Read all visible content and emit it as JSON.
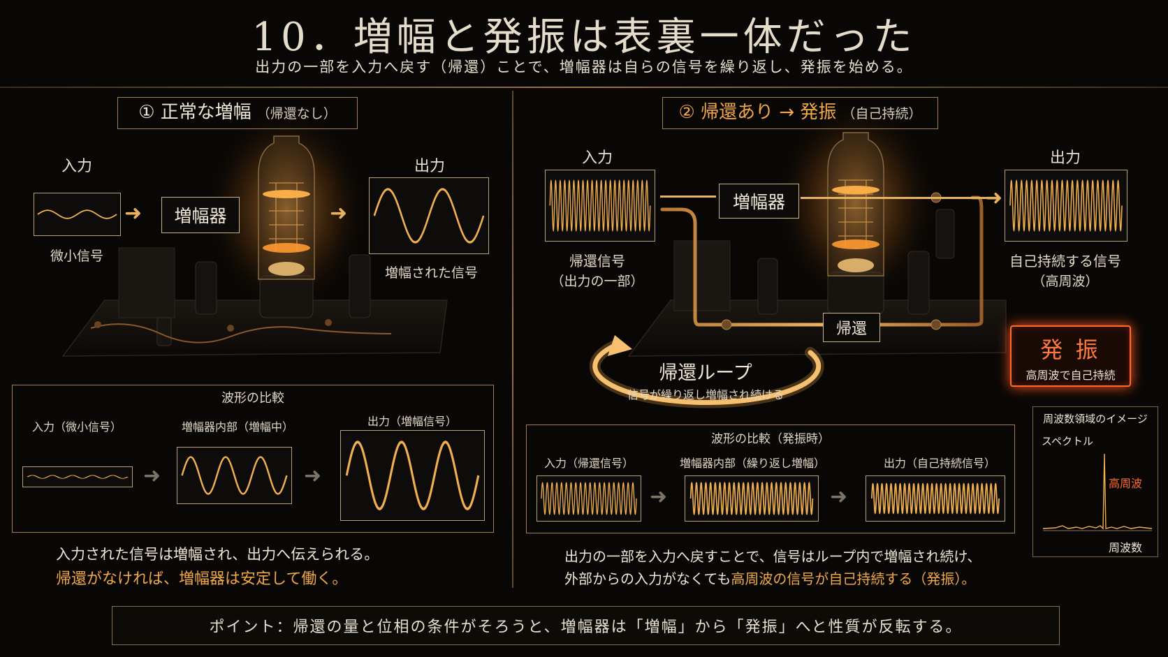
{
  "header": {
    "title": "10．増幅と発振は表裏一体だった",
    "subtitle": "出力の一部を入力へ戻す（帰還）ことで、増幅器は自らの信号を繰り返し、発振を始める。"
  },
  "left": {
    "heading_main": "① 正常な増幅",
    "heading_note": "（帰還なし）",
    "input_label": "入力",
    "output_label": "出力",
    "amp_label": "増幅器",
    "small_signal": "微小信号",
    "amplified_signal": "増幅された信号",
    "compare": {
      "title": "波形の比較",
      "input": "入力（微小信号）",
      "inside": "増幅器内部（増幅中）",
      "output": "出力（増幅信号）"
    },
    "caption1": "入力された信号は増幅され、出力へ伝えられる。",
    "caption2": "帰還がなければ、増幅器は安定して働く。"
  },
  "right": {
    "heading_main": "② 帰還あり → 発振",
    "heading_note": "（自己持続）",
    "input_label": "入力",
    "output_label": "出力",
    "amp_label": "増幅器",
    "feedback_signal": "帰還信号",
    "feedback_note": "（出力の一部）",
    "self_signal": "自己持続する信号",
    "high_freq_note": "（高周波）",
    "feedback_box": "帰還",
    "loop_title": "帰還ループ",
    "loop_sub": "信号が繰り返し増幅され続ける",
    "osc_title": "発 振",
    "osc_sub": "高周波で自己持続",
    "compare": {
      "title": "波形の比較（発振時）",
      "input": "入力（帰還信号）",
      "inside": "増幅器内部（繰り返し増幅）",
      "output": "出力（自己持続信号）"
    },
    "spectrum": {
      "title": "周波数領域のイメージ",
      "ylabel": "スペクトル",
      "peak_label": "高周波",
      "xlabel": "周波数"
    },
    "caption1": "出力の一部を入力へ戻すことで、信号はループ内で増幅され続け、",
    "caption2_pre": "外部からの入力がなくても",
    "caption2_hl": "高周波の信号が自己持続する（発振）。"
  },
  "footer": {
    "point": "ポイント：帰還の量と位相の条件がそろうと、増幅器は「増幅」から「発振」へと性質が反転する。"
  },
  "colors": {
    "background": "#090705",
    "accent": "#f0a848",
    "frame": "#a0804c",
    "glow": "#ffb050",
    "osc_red": "#ff6a30"
  },
  "waves": {
    "L_in": {
      "cycles": 2,
      "amplitude": 0.22
    },
    "L_out": {
      "cycles": 2,
      "amplitude": 0.8
    },
    "L_cmp_in": {
      "cycles": 5,
      "amplitude": 0.18
    },
    "L_cmp_mid": {
      "cycles": 3,
      "amplitude": 0.75
    },
    "L_cmp_out": {
      "cycles": 3,
      "amplitude": 0.85
    },
    "R_in": {
      "cycles": 22,
      "amplitude": 0.8
    },
    "R_out": {
      "cycles": 22,
      "amplitude": 0.8
    },
    "R_cmp_in": {
      "cycles": 20,
      "amplitude": 0.8
    },
    "R_cmp_mid": {
      "cycles": 26,
      "amplitude": 0.8
    },
    "R_cmp_out": {
      "cycles": 28,
      "amplitude": 0.75
    }
  }
}
